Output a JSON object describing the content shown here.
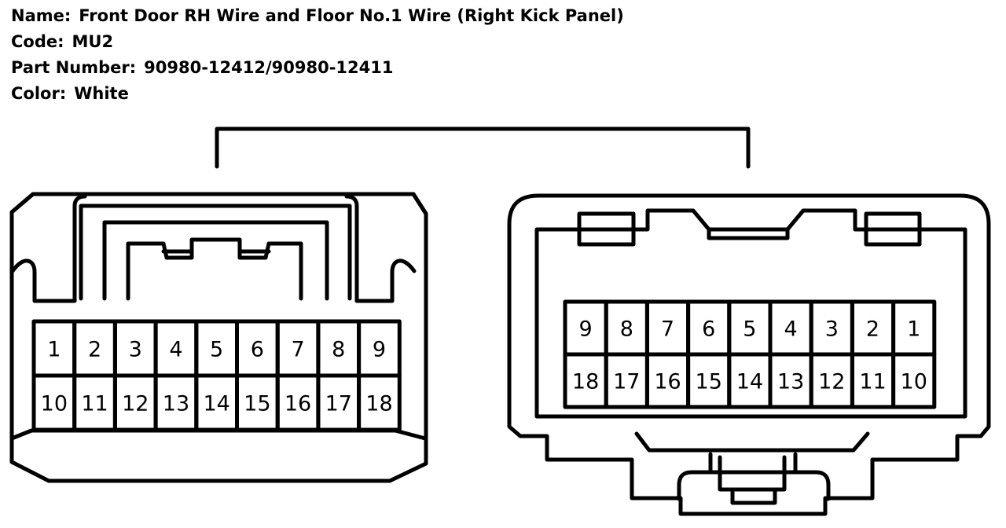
{
  "header": {
    "name_label": "Name:",
    "name_value": "Front Door RH Wire and Floor No.1 Wire (Right Kick Panel)",
    "code_label": "Code:",
    "code_value": "MU2",
    "part_label": "Part Number:",
    "part_value": "90980-12412/90980-12411",
    "color_label": "Color:",
    "color_value": "White"
  },
  "connector_left": {
    "row1": [
      "1",
      "2",
      "3",
      "4",
      "5",
      "6",
      "7",
      "8",
      "9"
    ],
    "row2": [
      "10",
      "11",
      "12",
      "13",
      "14",
      "15",
      "16",
      "17",
      "18"
    ]
  },
  "connector_right": {
    "row1": [
      "9",
      "8",
      "7",
      "6",
      "5",
      "4",
      "3",
      "2",
      "1"
    ],
    "row2": [
      "18",
      "17",
      "16",
      "15",
      "14",
      "13",
      "12",
      "11",
      "10"
    ]
  }
}
